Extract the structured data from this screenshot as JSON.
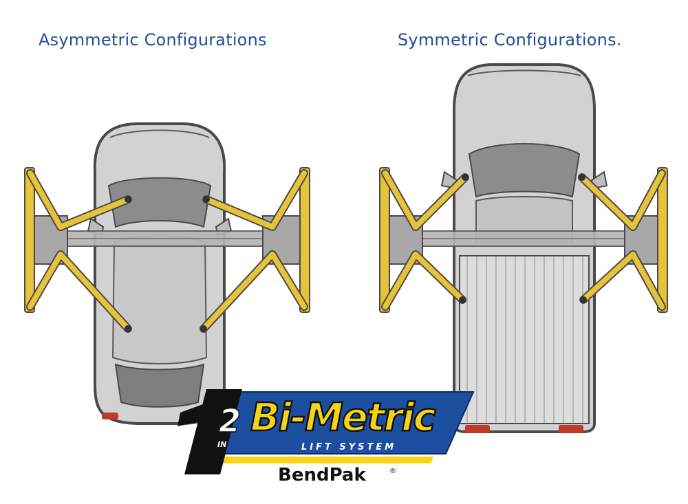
{
  "headings": {
    "left": "Asymmetric Configurations",
    "right": "Symmetric Configurations."
  },
  "logo": {
    "number": "2",
    "number_suffix": "IN",
    "product": "Bi-Metric",
    "tagline": "LIFT SYSTEM",
    "brand": "BendPak",
    "brand_mark": "®"
  },
  "colors": {
    "heading": "#1f4f9a",
    "arm": "#e6c338",
    "arm_outline": "#4a4a4a",
    "car_body": "#d2d2d2",
    "logo_blue": "#1d4fa1",
    "logo_yellow": "#f7d417",
    "logo_black": "#111111"
  },
  "icons": [
    "car-top-view-icon",
    "pickup-truck-top-view-icon",
    "lift-arm-icon",
    "bendpak-logo-icon"
  ]
}
